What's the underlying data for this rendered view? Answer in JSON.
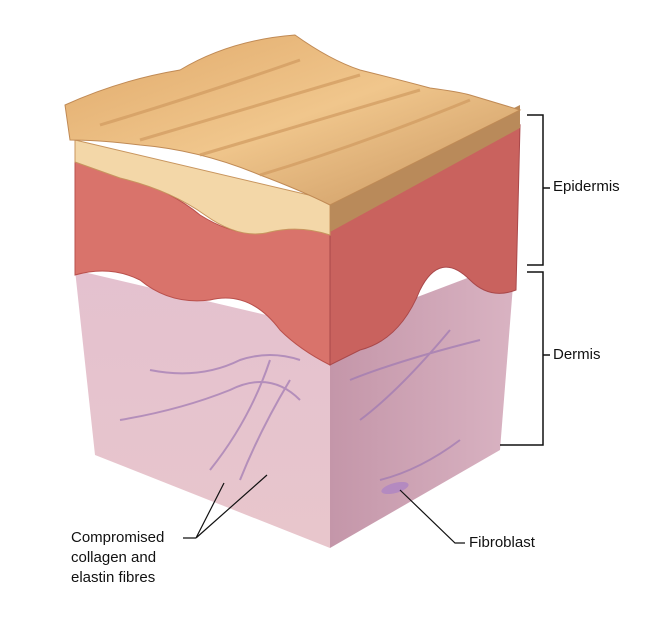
{
  "title": "Skin cross-section",
  "labels": {
    "epidermis": "Epidermis",
    "dermis": "Dermis",
    "fibroblast": "Fibroblast",
    "collagen_line1": "Compromised",
    "collagen_line2": "collagen and",
    "collagen_line3": "elastin fibres"
  },
  "colors": {
    "surface": "#e9b979",
    "epidermis": "#d9736b",
    "dermis_left": "#e6c3cf",
    "dermis_right": "#cfa2b3",
    "fibre": "#9f79b3"
  }
}
